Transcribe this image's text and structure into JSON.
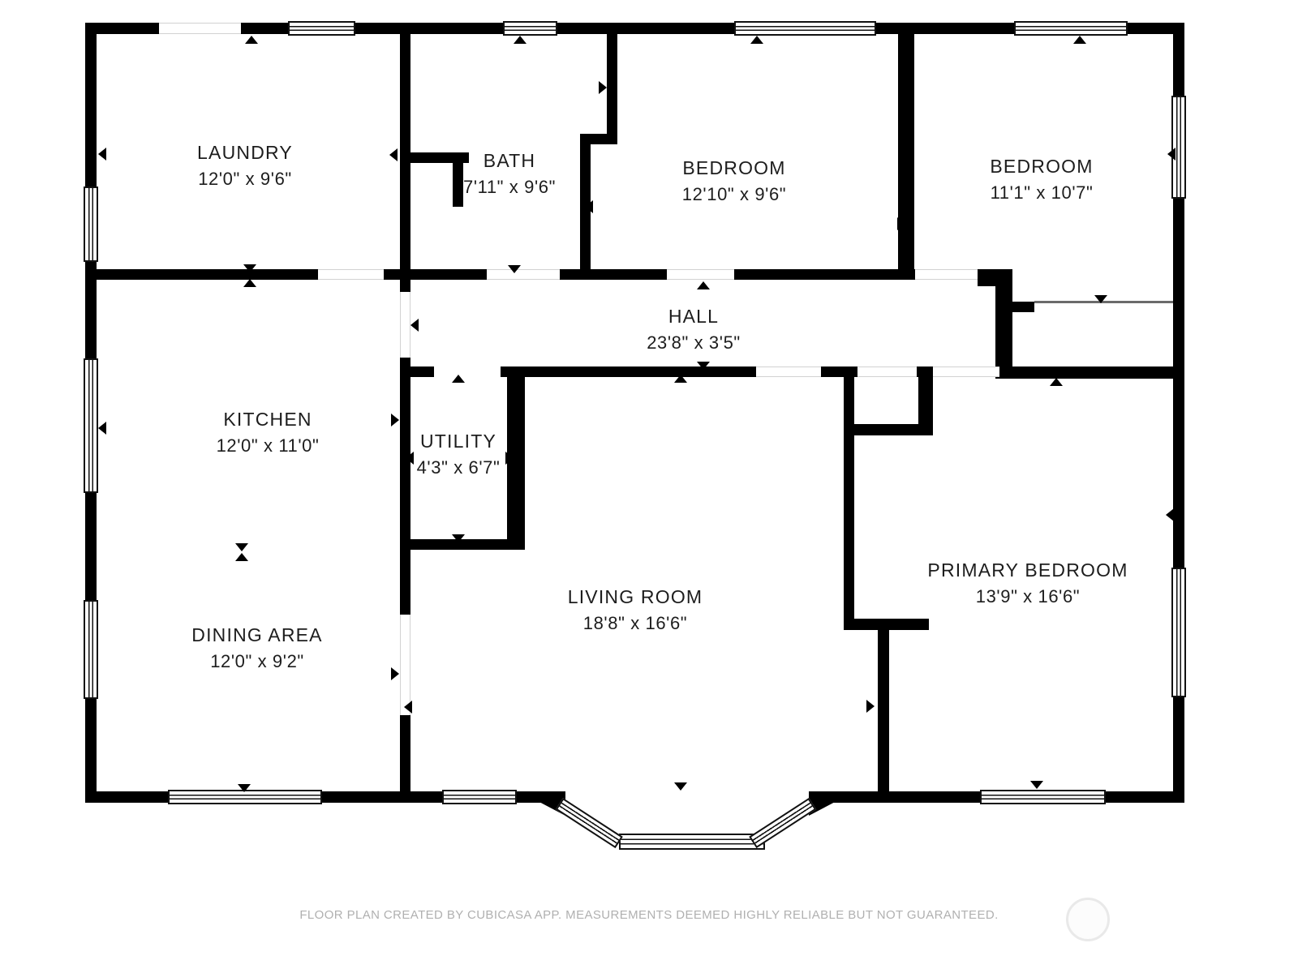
{
  "rooms": [
    {
      "id": "laundry",
      "name": "LAUNDRY",
      "dims": "12'0\" x 9'6\""
    },
    {
      "id": "bath",
      "name": "BATH",
      "dims": "7'11\" x 9'6\""
    },
    {
      "id": "bedroom1",
      "name": "BEDROOM",
      "dims": "12'10\" x 9'6\""
    },
    {
      "id": "bedroom2",
      "name": "BEDROOM",
      "dims": "11'1\" x 10'7\""
    },
    {
      "id": "hall",
      "name": "HALL",
      "dims": "23'8\" x 3'5\""
    },
    {
      "id": "kitchen",
      "name": "KITCHEN",
      "dims": "12'0\" x 11'0\""
    },
    {
      "id": "utility",
      "name": "UTILITY",
      "dims": "4'3\" x 6'7\""
    },
    {
      "id": "dining",
      "name": "DINING AREA",
      "dims": "12'0\" x 9'2\""
    },
    {
      "id": "living",
      "name": "LIVING ROOM",
      "dims": "18'8\" x 16'6\""
    },
    {
      "id": "primary",
      "name": "PRIMARY BEDROOM",
      "dims": "13'9\" x 16'6\""
    }
  ],
  "footer": {
    "disclaimer": "FLOOR PLAN CREATED BY CUBICASA APP. MEASUREMENTS DEEMED HIGHLY RELIABLE BUT NOT GUARANTEED."
  },
  "colors": {
    "wall": "#000000",
    "room_text": "#1d1d1d",
    "opening_hairline": "#d2d2d2",
    "footer_text": "#b0b0b0",
    "watermark_ring": "#e9e9e9",
    "background": "#ffffff"
  }
}
